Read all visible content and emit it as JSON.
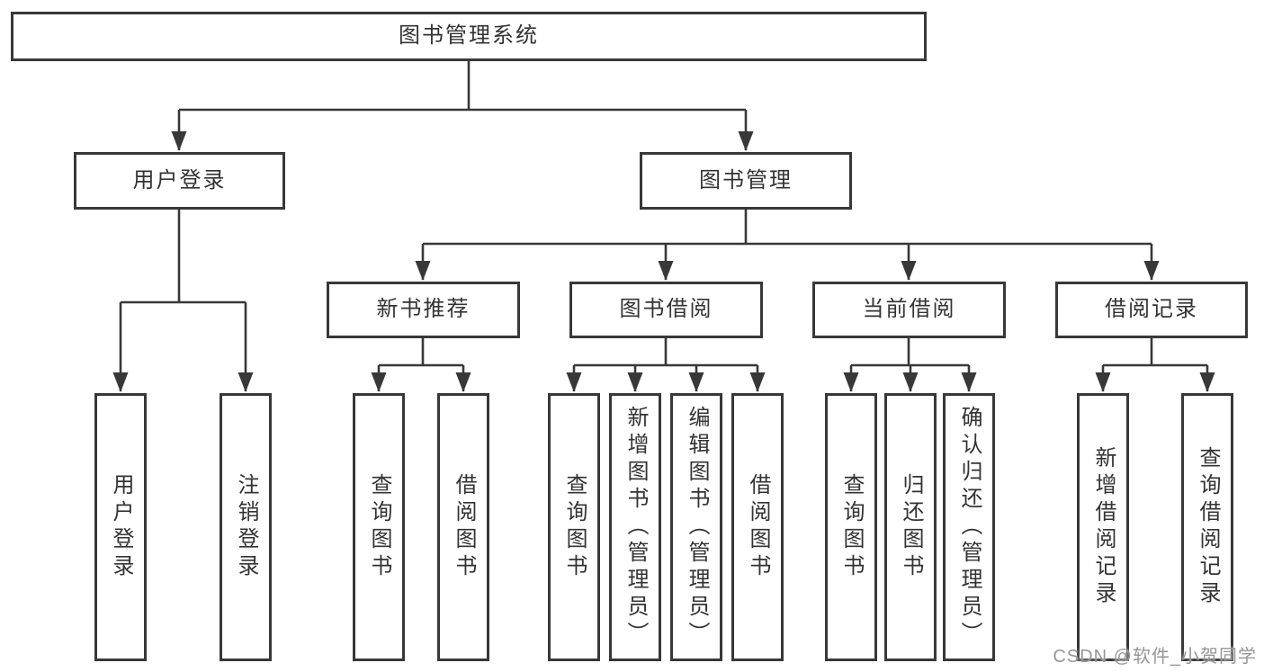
{
  "tree": {
    "label": "图书管理系统",
    "children": [
      {
        "label": "用户登录",
        "children": [
          {
            "label": "用户登录"
          },
          {
            "label": "注销登录"
          }
        ]
      },
      {
        "label": "图书管理",
        "children": [
          {
            "label": "新书推荐",
            "children": [
              {
                "label": "查询图书"
              },
              {
                "label": "借阅图书"
              }
            ]
          },
          {
            "label": "图书借阅",
            "children": [
              {
                "label": "查询图书"
              },
              {
                "label": "新增图书（管理员）"
              },
              {
                "label": "编辑图书（管理员）"
              },
              {
                "label": "借阅图书"
              }
            ]
          },
          {
            "label": "当前借阅",
            "children": [
              {
                "label": "查询图书"
              },
              {
                "label": "归还图书"
              },
              {
                "label": "确认归还（管理员）"
              }
            ]
          },
          {
            "label": "借阅记录",
            "children": [
              {
                "label": "新增借阅记录"
              },
              {
                "label": "查询借阅记录"
              }
            ]
          }
        ]
      }
    ]
  },
  "watermark": {
    "text": "CSDN @软件_小贺同学"
  },
  "colors": {
    "line": "#383838",
    "text": "#333333",
    "background": "#ffffff",
    "watermark": "#969696"
  }
}
